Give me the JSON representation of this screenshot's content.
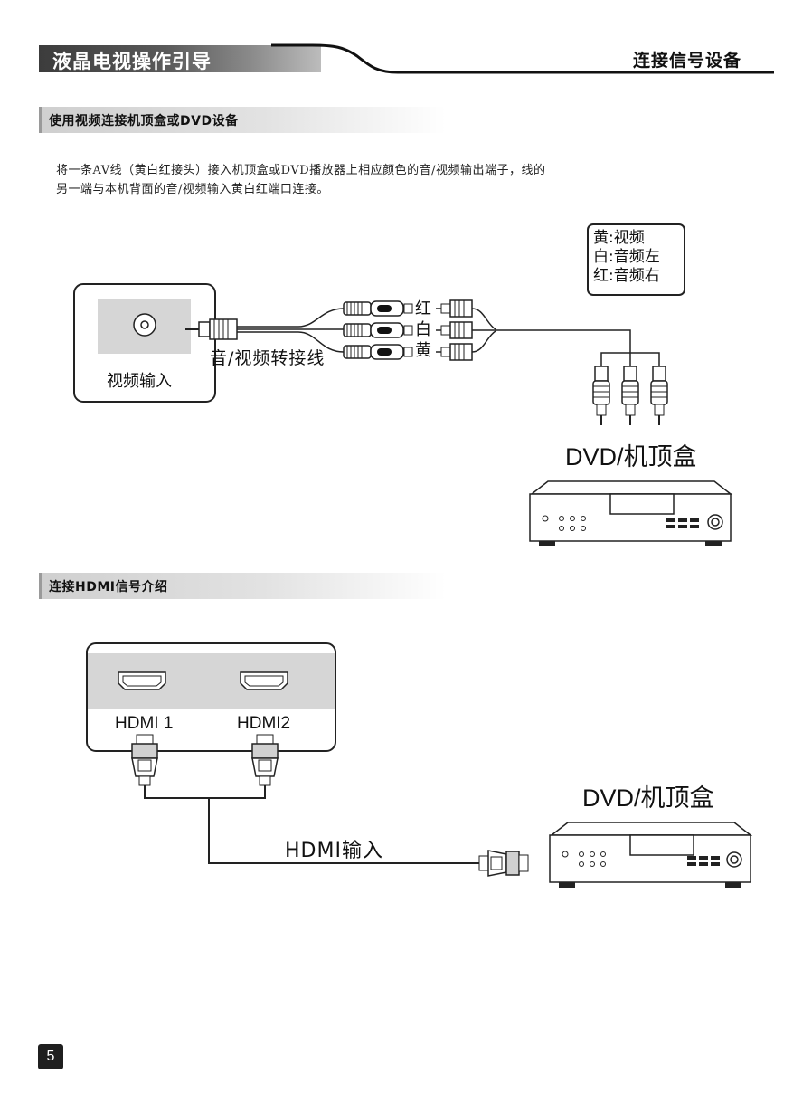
{
  "header": {
    "title": "液晶电视操作引导",
    "section": "连接信号设备"
  },
  "section1": {
    "title": "使用视频连接机顶盒或DVD设备",
    "paragraph_line1": "将一条AV线（黄白红接头）接入机顶盒或DVD播放器上相应颜色的音/视频输出端子，线的",
    "paragraph_line2": "另一端与本机背面的音/视频输入黄白红端口连接。",
    "tv_input_label": "视频输入",
    "cable_label": "音/视频转接线",
    "plug_labels": [
      "红",
      "白",
      "黄"
    ],
    "legend": [
      "黄:视频",
      "白:音频左",
      "红:音频右"
    ],
    "device_label": "DVD/机顶盒"
  },
  "section2": {
    "title": "连接HDMI信号介绍",
    "port_labels": [
      "HDMI 1",
      "HDMI2"
    ],
    "cable_label": "HDMI输入",
    "device_label": "DVD/机顶盒"
  },
  "page_number": "5"
}
